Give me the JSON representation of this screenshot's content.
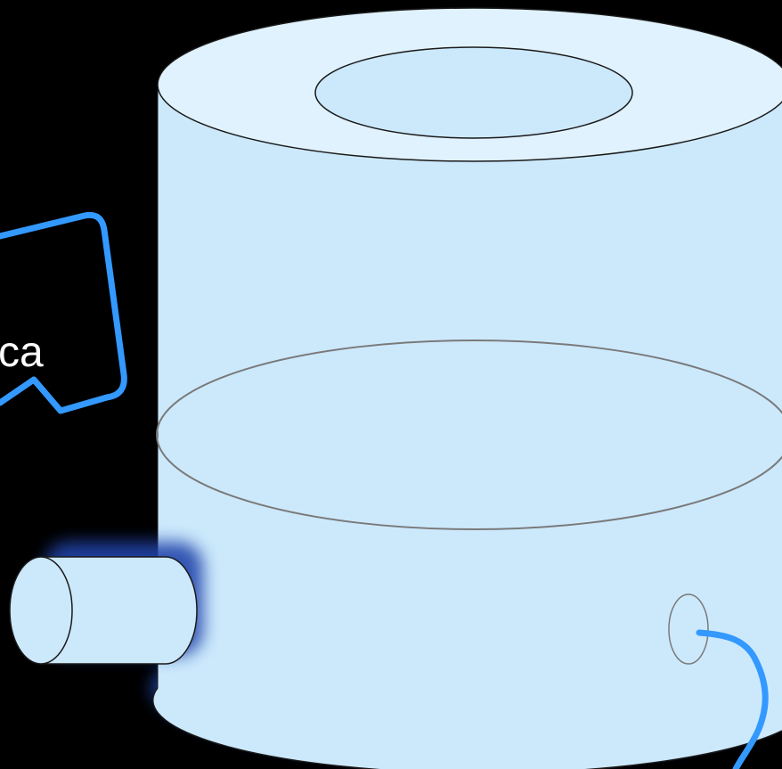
{
  "colors": {
    "background": "#000000",
    "tank_fill": "#cce9fc",
    "tank_top_fill": "#e0f2fd",
    "outline": "#1a1a1a",
    "water_line": "#7a7a7a",
    "accent_blue": "#3399ff",
    "glow": "#2244aa",
    "callout_text": "#ffffff"
  },
  "callout": {
    "text": "ca"
  },
  "icons": {
    "tank": "cylindrical-tank",
    "inlet_pipe": "horizontal-cylinder-pipe",
    "drain_port": "oval-port",
    "callout": "speech-bubble",
    "hose": "curved-hose"
  }
}
